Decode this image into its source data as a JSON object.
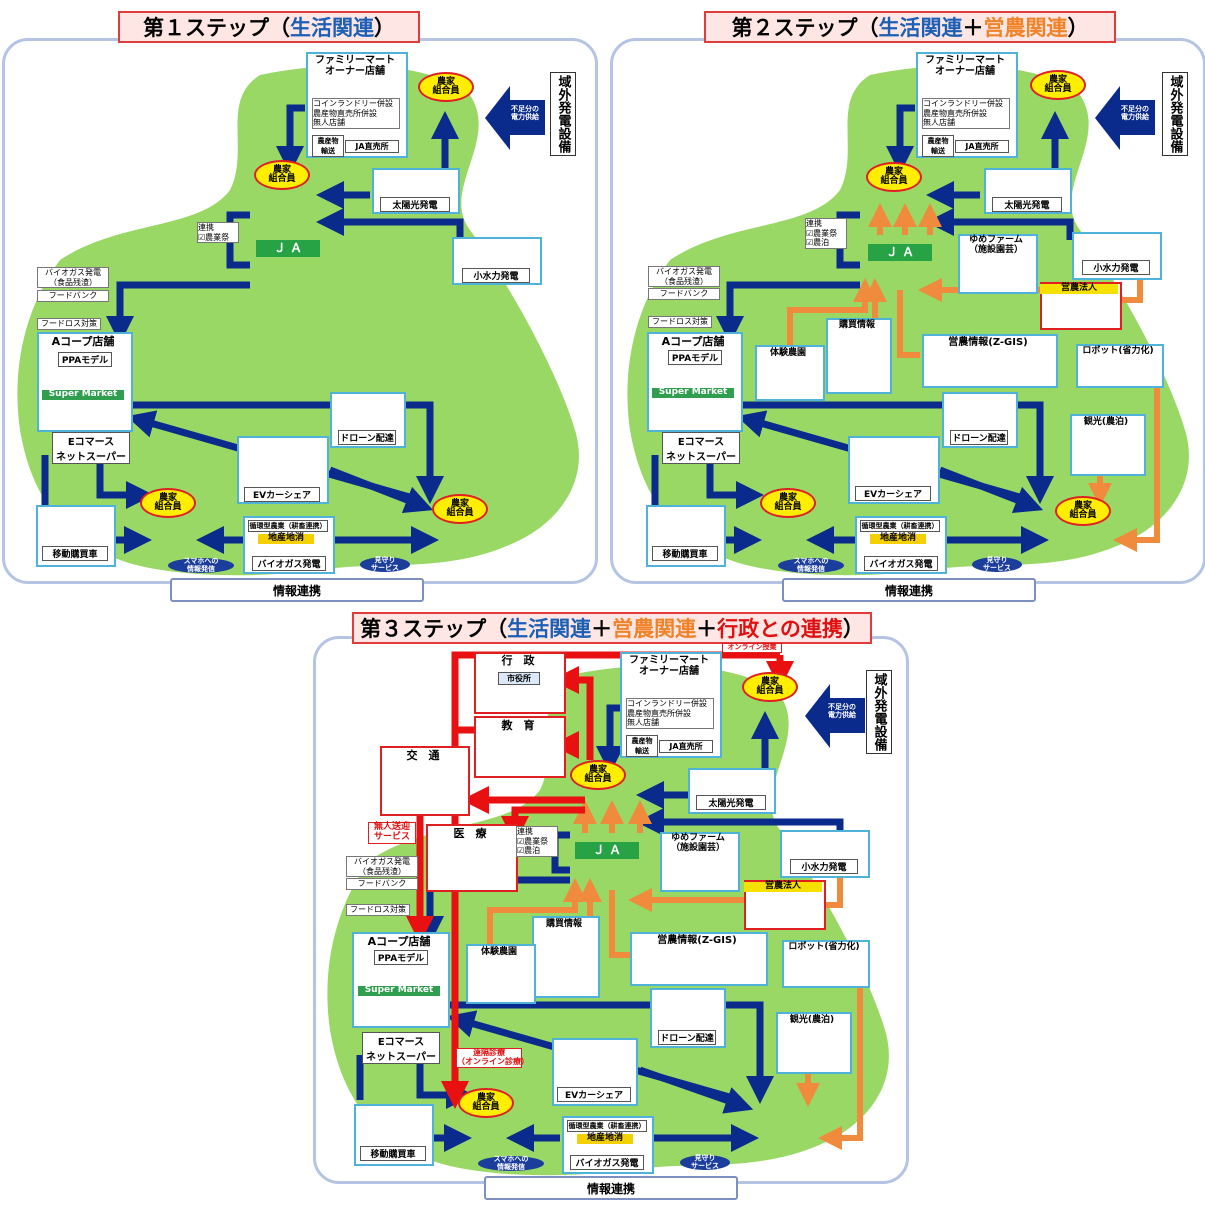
{
  "steps": [
    {
      "title_prefix": "第１ステップ（",
      "title_g": "生活関連",
      "title_mid": "",
      "title_o": "",
      "title_mid2": "",
      "title_r": "",
      "title_suffix": "）"
    },
    {
      "title_prefix": "第２ステップ（",
      "title_g": "生活関連",
      "title_mid": "＋",
      "title_o": "営農関連",
      "title_mid2": "",
      "title_r": "",
      "title_suffix": "）"
    },
    {
      "title_prefix": "第３ステップ（",
      "title_g": "生活関連",
      "title_mid": "＋",
      "title_o": "営農関連",
      "title_mid2": "＋",
      "title_r": "行政との連携",
      "title_suffix": "）"
    }
  ],
  "labels": {
    "familymart": "ファミリーマート\nオーナー店舗",
    "coin": "コインランドリー併設\n農産物直売所併設\n無人店舗",
    "noshi": "農産物\n輸送",
    "jachoku": "JA直売所",
    "farmer": "農家\n組合員",
    "outside": "域外発電設備",
    "shortage": "不足分の\n電力供給",
    "solar": "太陽光発電",
    "hydro": "小水力発電",
    "renkei1": "連携\n☑農業祭",
    "renkei2": "連携\n☑農業祭\n☑農泊",
    "ja": "Ｊ Ａ",
    "biogas": "バイオガス発電\n（食品残渣）",
    "foodbank": "フードバンク",
    "foodloss": "フードロス対策",
    "acoop": "Aコープ店舗",
    "ppa": "PPAモデル",
    "supermarket": "Super Market",
    "ecom": "Eコマース\nネットスーパー",
    "drone": "ドローン配達",
    "ev": "EVカーシェア",
    "mobile": "移動購買車",
    "circular": "循環型農業（耕畜連携）",
    "localprod": "地産地消",
    "biogas2": "バイオガス発電",
    "smartphone": "スマホへの\n情報発信",
    "mimamori": "見守り\nサービス",
    "info": "情報連携",
    "yume": "ゆめファーム\n（施設園芸）",
    "eino": "営農法人",
    "purchase": "購買情報",
    "experience": "体験農園",
    "zgis": "営農情報(Z-GIS)",
    "robot": "ロボット(省力化)",
    "tourism": "観光(農泊)",
    "gyosei": "行　政",
    "shiyakusho": "市役所",
    "kyoiku": "教　育",
    "online": "オンライン授業",
    "kotsu": "交　通",
    "iryo": "医　療",
    "mujin": "無人送迎\nサービス",
    "enkaku": "遠隔診療\n（オンライン診療）"
  }
}
